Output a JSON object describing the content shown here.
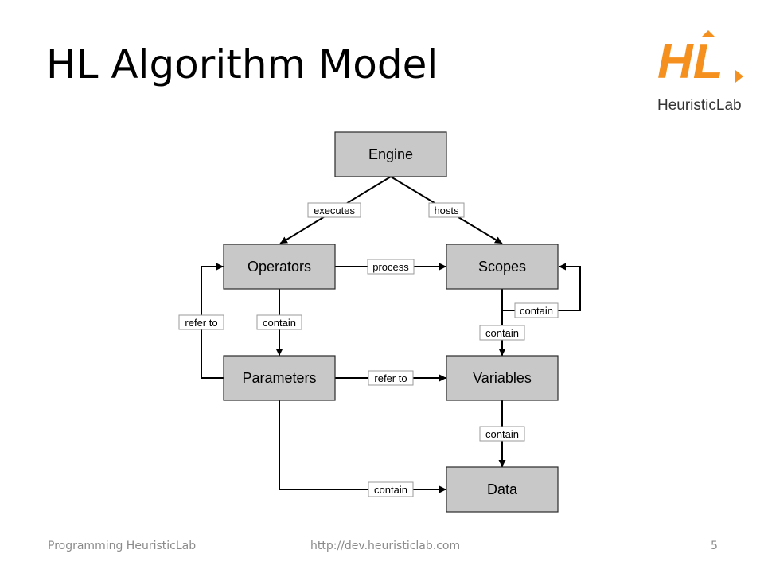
{
  "slide": {
    "title": "HL Algorithm Model"
  },
  "logo": {
    "initials": "HL",
    "name": "HeuristicLab",
    "color": "#F5901E"
  },
  "nodes": {
    "engine": "Engine",
    "operators": "Operators",
    "scopes": "Scopes",
    "parameters": "Parameters",
    "variables": "Variables",
    "data": "Data"
  },
  "edges": {
    "executes": "executes",
    "hosts": "hosts",
    "process": "process",
    "refer_to_params": "refer to",
    "contain_params": "contain",
    "contain_scopes_self": "contain",
    "contain_scopes_vars": "contain",
    "refer_to_vars": "refer to",
    "contain_vars_data": "contain",
    "contain_params_data": "contain"
  },
  "footer": {
    "left": "Programming HeuristicLab",
    "center": "http://dev.heuristiclab.com",
    "page": "5"
  }
}
